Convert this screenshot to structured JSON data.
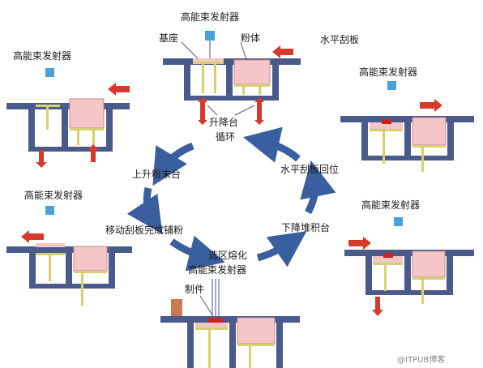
{
  "labels": {
    "emitter": "高能束发射器",
    "substrate": "基座",
    "powder": "粉体",
    "scraper": "水平刮板",
    "lift_platform": "升降台",
    "cycle": "循环",
    "raise_powder_platform": "上升粉末台",
    "scraper_return": "水平刮板回位",
    "move_scraper_spread": "移动刮板完成铺粉",
    "lower_build_platform": "下降堆积台",
    "selective_melting": "选区熔化",
    "part": "制件",
    "watermark": "@ITPUB博客"
  },
  "colors": {
    "frame": "#4a5a8a",
    "powder": "#f4c6c8",
    "powder_edge": "#c98a90",
    "rod": "#d8d070",
    "emitter": "#4aa0d8",
    "arrow_red": "#d63a2a",
    "cycle_arrow": "#3a5f9e",
    "part": "#cc2222",
    "part_block": "#c97a52"
  }
}
